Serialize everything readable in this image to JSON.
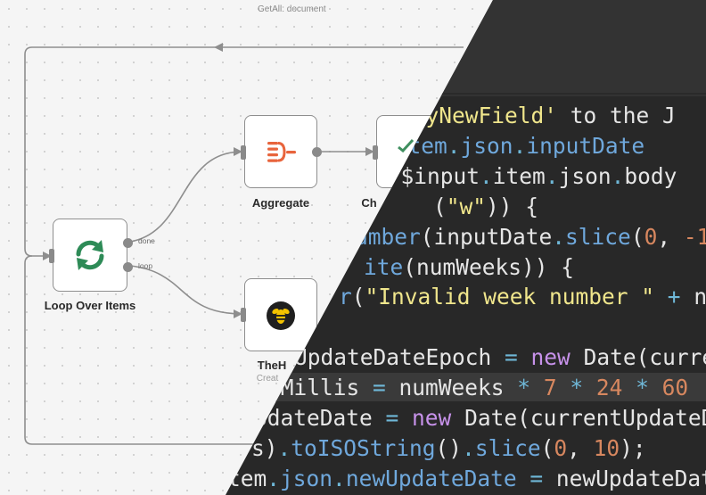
{
  "top_labels": {
    "left_sub": "GetAll: document"
  },
  "nodes": {
    "loop": {
      "label": "Loop Over Items",
      "port_done": "done",
      "port_loop": "loop"
    },
    "aggregate": {
      "label": "Aggregate"
    },
    "check": {
      "label_visible": "Ch"
    },
    "thehive": {
      "label_visible": "TheH",
      "sub_visible": "Creat"
    }
  },
  "code_lines": [
    [
      {
        "t": "'myNewField'",
        "c": "str"
      },
      {
        "t": " to the J",
        "c": "text"
      }
    ],
    [
      {
        "t": "",
        "c": "text"
      },
      {
        "t": ".",
        "c": "op"
      },
      {
        "t": "item",
        "c": "blue"
      },
      {
        "t": ".",
        "c": "op"
      },
      {
        "t": "json",
        "c": "blue"
      },
      {
        "t": ".",
        "c": "op"
      },
      {
        "t": "inputDate",
        "c": "blue"
      }
    ],
    [
      {
        "t": "= ",
        "c": "op"
      },
      {
        "t": "$input",
        "c": "var"
      },
      {
        "t": ".",
        "c": "op"
      },
      {
        "t": "item",
        "c": "var"
      },
      {
        "t": ".",
        "c": "op"
      },
      {
        "t": "json",
        "c": "var"
      },
      {
        "t": ".",
        "c": "op"
      },
      {
        "t": "body",
        "c": "var"
      }
    ],
    [
      {
        "t": "(",
        "c": "text"
      },
      {
        "t": "\"w\"",
        "c": "str"
      },
      {
        "t": ")) {",
        "c": "text"
      }
    ],
    [
      {
        "t": "umber",
        "c": "blue"
      },
      {
        "t": "(inputDate",
        "c": "text"
      },
      {
        "t": ".",
        "c": "op"
      },
      {
        "t": "slice",
        "c": "blue"
      },
      {
        "t": "(",
        "c": "text"
      },
      {
        "t": "0",
        "c": "num"
      },
      {
        "t": ", ",
        "c": "text"
      },
      {
        "t": "-1",
        "c": "num"
      }
    ],
    [
      {
        "t": "ite",
        "c": "blue"
      },
      {
        "t": "(numWeeks)) {",
        "c": "text"
      }
    ],
    [
      {
        "t": "r",
        "c": "blue"
      },
      {
        "t": "(",
        "c": "text"
      },
      {
        "t": "\"Invalid week number \"",
        "c": "str"
      },
      {
        "t": " + ",
        "c": "op"
      },
      {
        "t": "nu",
        "c": "text"
      }
    ],
    [],
    [
      {
        "t": "UpdateDateEpoch",
        "c": "text"
      },
      {
        "t": " = ",
        "c": "op"
      },
      {
        "t": "new",
        "c": "purple"
      },
      {
        "t": " ",
        "c": "text"
      },
      {
        "t": "Date",
        "c": "text"
      },
      {
        "t": "(curre",
        "c": "text"
      }
    ],
    [
      {
        "t": "hMillis",
        "c": "text"
      },
      {
        "t": " = ",
        "c": "op"
      },
      {
        "t": "numWeeks",
        "c": "text"
      },
      {
        "t": " * ",
        "c": "op"
      },
      {
        "t": "7",
        "c": "num"
      },
      {
        "t": " * ",
        "c": "op"
      },
      {
        "t": "24",
        "c": "num"
      },
      {
        "t": " * ",
        "c": "op"
      },
      {
        "t": "60",
        "c": "num"
      }
    ],
    [
      {
        "t": "pdateDate",
        "c": "text"
      },
      {
        "t": " = ",
        "c": "op"
      },
      {
        "t": "new",
        "c": "purple"
      },
      {
        "t": " ",
        "c": "text"
      },
      {
        "t": "Date",
        "c": "text"
      },
      {
        "t": "(currentUpdateD",
        "c": "text"
      }
    ],
    [
      {
        "t": "s)",
        "c": "text"
      },
      {
        "t": ".",
        "c": "op"
      },
      {
        "t": "toISOString",
        "c": "blue"
      },
      {
        "t": "()",
        "c": "text"
      },
      {
        "t": ".",
        "c": "op"
      },
      {
        "t": "slice",
        "c": "blue"
      },
      {
        "t": "(",
        "c": "text"
      },
      {
        "t": "0",
        "c": "num"
      },
      {
        "t": ", ",
        "c": "text"
      },
      {
        "t": "10",
        "c": "num"
      },
      {
        "t": ");",
        "c": "text"
      }
    ],
    [
      {
        "t": "tem",
        "c": "text"
      },
      {
        "t": ".",
        "c": "op"
      },
      {
        "t": "json",
        "c": "blue"
      },
      {
        "t": ".",
        "c": "op"
      },
      {
        "t": "newUpdateDate",
        "c": "blue"
      },
      {
        "t": " = ",
        "c": "op"
      },
      {
        "t": "newUpdateDat",
        "c": "text"
      }
    ]
  ],
  "colors": {
    "canvas_bg": "#f5f5f5",
    "code_bg": "#282828",
    "aggregate_icon": "#e8643c",
    "loop_icon": "#2e8b57",
    "string": "#f0e68c",
    "keyword": "#c792ea",
    "number": "#d7875f"
  },
  "icons": {
    "loop": "refresh-icon",
    "aggregate": "aggregate-icon",
    "thehive": "thehive-bee-icon"
  }
}
